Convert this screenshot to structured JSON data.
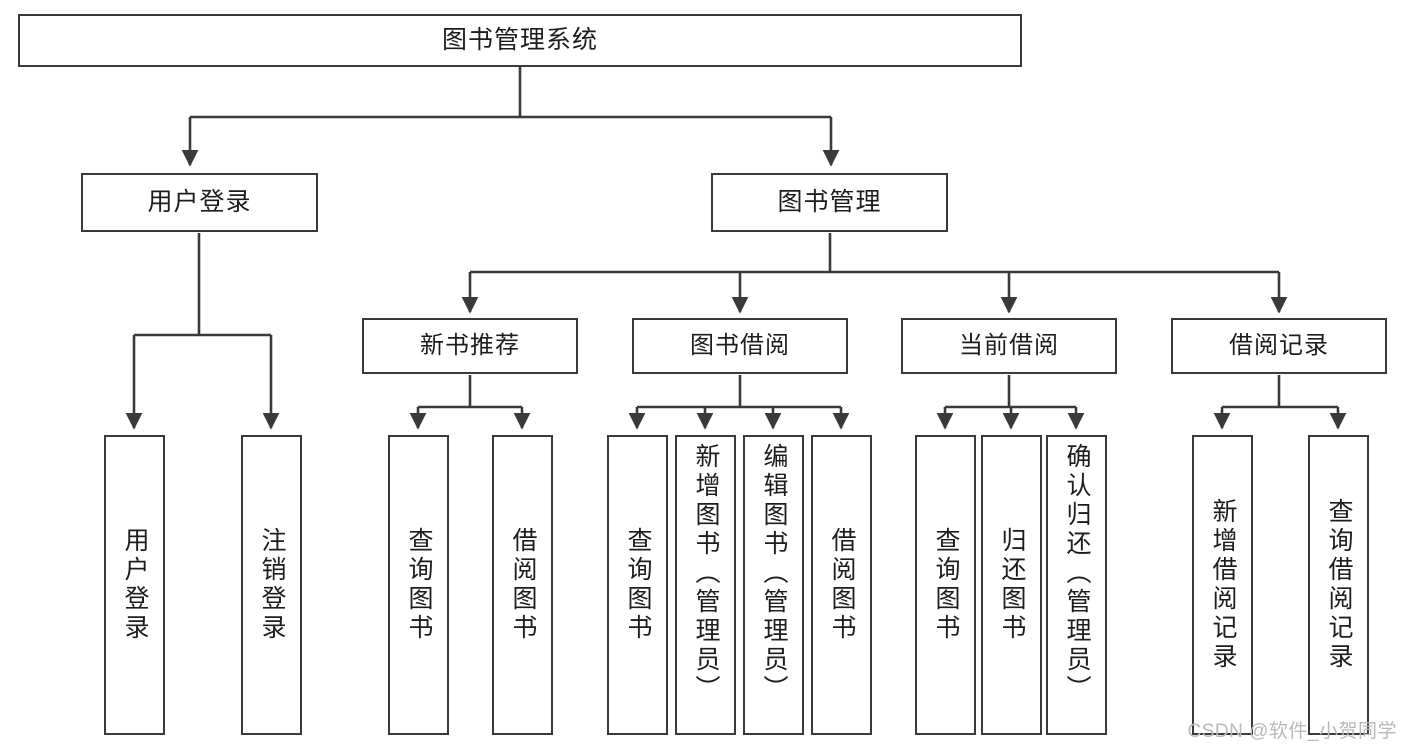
{
  "diagram": {
    "title": "图书管理系统",
    "type": "tree",
    "watermark": "CSDN @软件_小贺同学",
    "colors": {
      "stroke": "#3a3a3a",
      "fill": "#ffffff",
      "text": "#1d1d1d",
      "watermark": "#b9b9b9"
    },
    "nodes": {
      "root": {
        "label": "图书管理系统"
      },
      "level2": [
        {
          "label": "用户登录"
        },
        {
          "label": "图书管理"
        }
      ],
      "level3": [
        {
          "label": "新书推荐"
        },
        {
          "label": "图书借阅"
        },
        {
          "label": "当前借阅"
        },
        {
          "label": "借阅记录"
        }
      ],
      "leaves": {
        "user_login": [
          {
            "label": "用户登录"
          },
          {
            "label": "注销登录"
          }
        ],
        "new_book": [
          {
            "label": "查询图书"
          },
          {
            "label": "借阅图书"
          }
        ],
        "borrow_book": [
          {
            "label": "查询图书"
          },
          {
            "label": "新增图书（管理员）"
          },
          {
            "label": "编辑图书（管理员）"
          },
          {
            "label": "借阅图书"
          }
        ],
        "current_borrow": [
          {
            "label": "查询图书"
          },
          {
            "label": "归还图书"
          },
          {
            "label": "确认归还（管理员）"
          }
        ],
        "borrow_record": [
          {
            "label": "新增借阅记录"
          },
          {
            "label": "查询借阅记录"
          }
        ]
      }
    }
  }
}
